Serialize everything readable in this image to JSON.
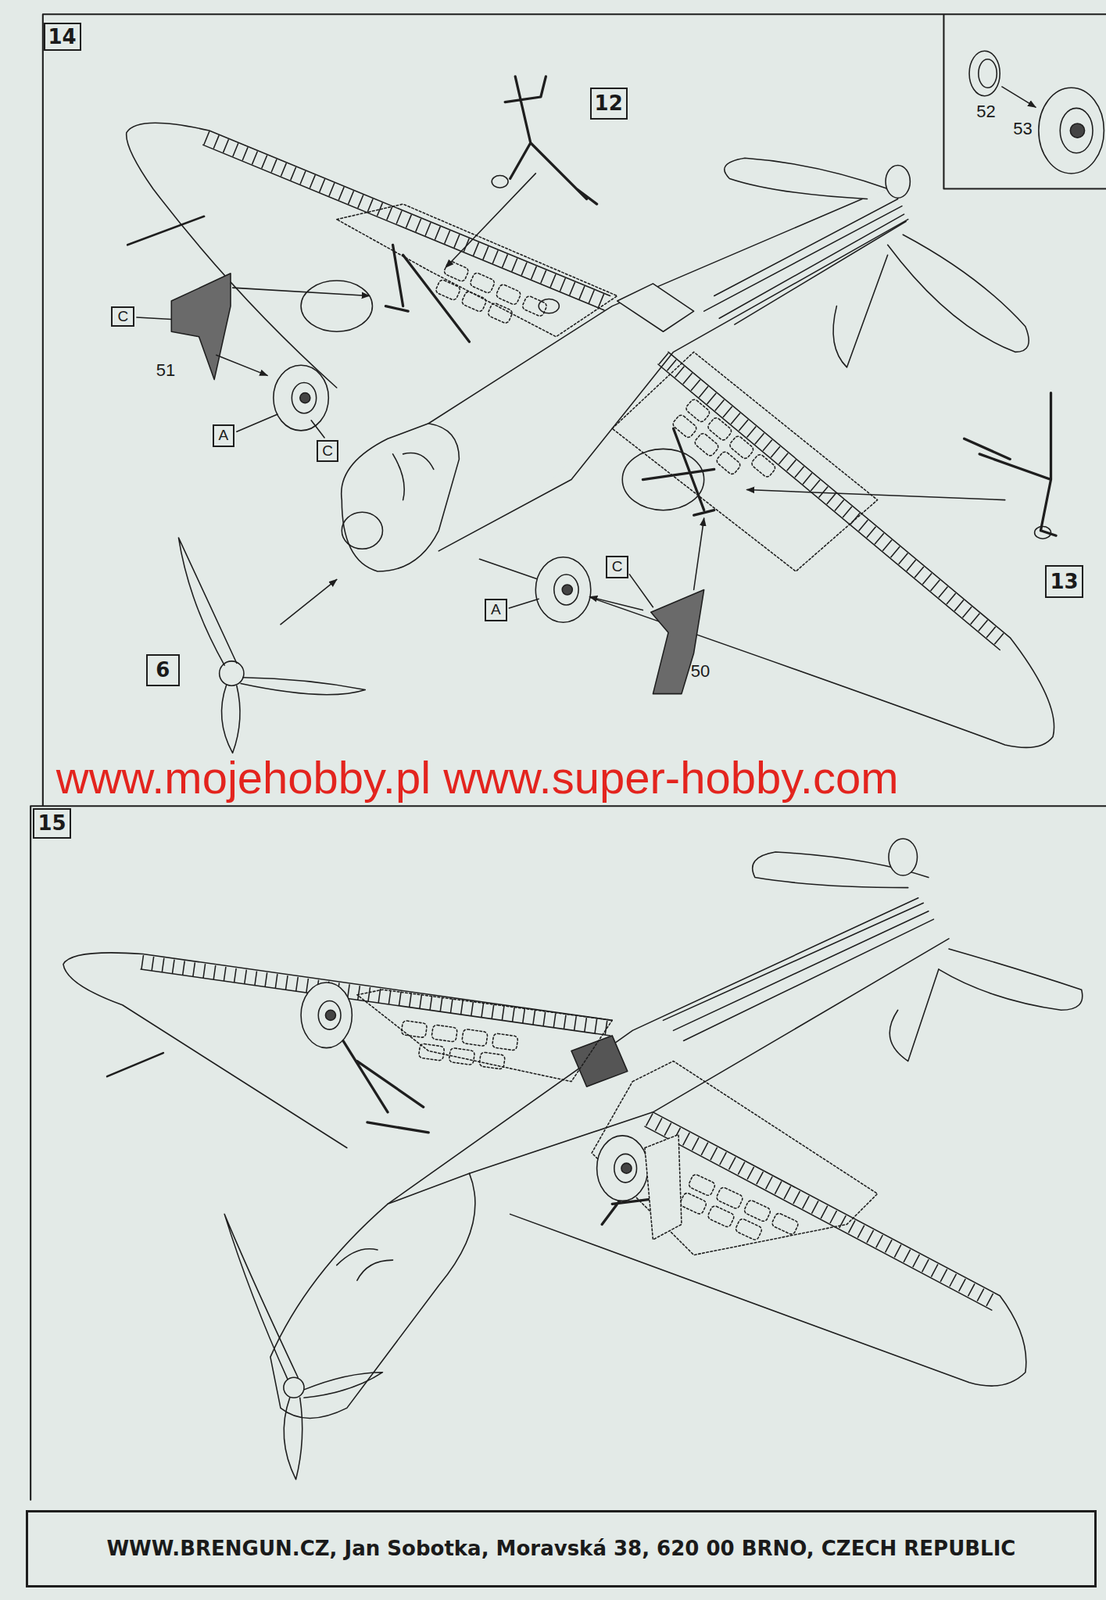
{
  "diagram": {
    "nodes": [
      {
        "text": [
          "14"
        ]
      },
      {
        "text": [
          "12"
        ]
      },
      {
        "text": [
          "C"
        ]
      },
      {
        "text": [
          "A"
        ]
      },
      {
        "text": [
          "C"
        ]
      },
      {
        "text": [
          "13"
        ]
      },
      {
        "text": [
          "6"
        ]
      },
      {
        "text": [
          "C"
        ]
      },
      {
        "text": [
          "A"
        ]
      },
      {
        "text": [
          "15"
        ]
      },
      {
        "text": [
          "WWW.BRENGUN.CZ, Jan Sobotka, Moravská 38, 620 00 BRNO, CZECH REPUBLIC"
        ]
      }
    ],
    "labels": [
      "52",
      "53",
      "51",
      "50",
      "www.mojehobby.pl www.super-hobby.com"
    ]
  }
}
